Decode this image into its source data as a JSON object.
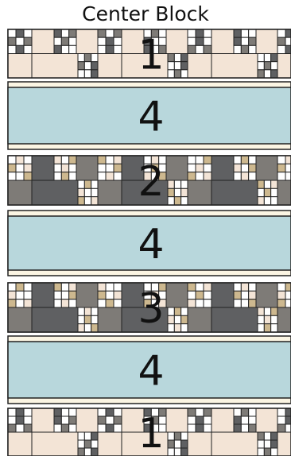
{
  "title": "Center Block",
  "rows": [
    {
      "label": "1",
      "kind": "patch",
      "palette": "light"
    },
    {
      "label": "4",
      "kind": "sash"
    },
    {
      "label": "2",
      "kind": "patch",
      "palette": "gray"
    },
    {
      "label": "4",
      "kind": "sash"
    },
    {
      "label": "3",
      "kind": "patch",
      "palette": "gray"
    },
    {
      "label": "4",
      "kind": "sash"
    },
    {
      "label": "1",
      "kind": "patch",
      "palette": "light"
    }
  ],
  "colors": {
    "cream": "#f3e4d6",
    "outer_cream": "#fbf5e3",
    "sash_blue": "#b8d7dc",
    "dark_gray": "#5f6062",
    "mid_gray": "#7e7b77",
    "tan": "#cdb88f",
    "white": "#ffffff",
    "outline": "#222222"
  }
}
